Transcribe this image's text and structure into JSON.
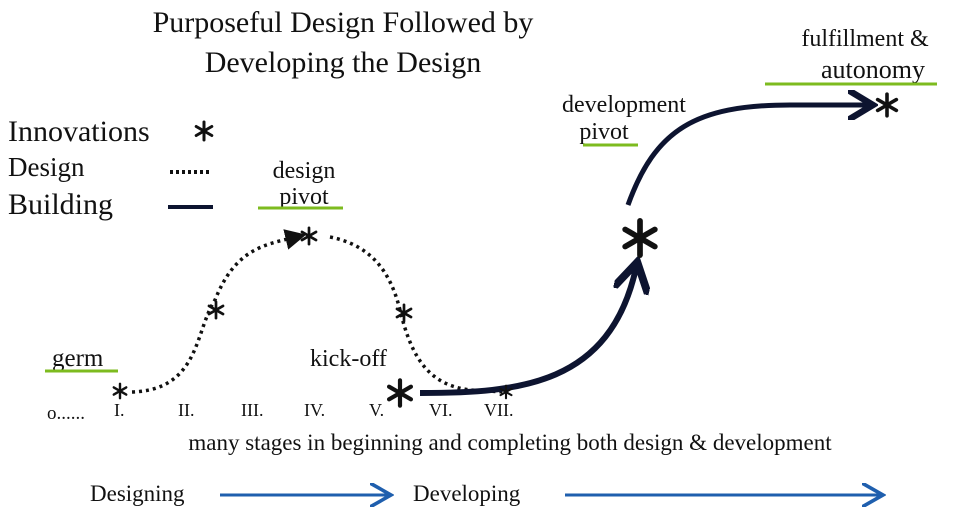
{
  "title": {
    "line1": "Purposeful Design Followed by",
    "line2": "Developing the Design"
  },
  "legend": {
    "innovations": "Innovations",
    "design": "Design",
    "building": "Building"
  },
  "labels": {
    "design_pivot_1": "design",
    "design_pivot_2": "pivot",
    "germ": "germ",
    "kickoff": "kick-off",
    "dev_pivot_1": "development",
    "dev_pivot_2": "pivot",
    "fulfillment_1": "fulfillment &",
    "fulfillment_2": "autonomy"
  },
  "stages": [
    "o......",
    "I.",
    "II.",
    "III.",
    "IV.",
    "V.",
    "VI.",
    "VII."
  ],
  "caption": "many stages in beginning and completing both design & development",
  "phases": {
    "designing": "Designing",
    "developing": "Developing"
  },
  "colors": {
    "underline": "#7dbb1f",
    "phase_arrow": "#1f5fae",
    "building_line": "#0d1430"
  }
}
